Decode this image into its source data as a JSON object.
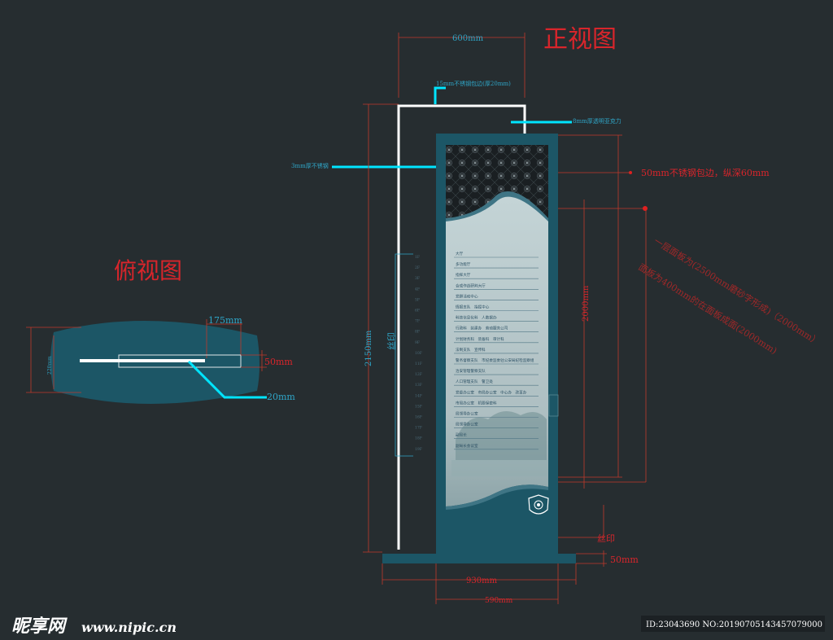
{
  "titles": {
    "front_view": "正视图",
    "top_view": "俯视图"
  },
  "front": {
    "width_top": "600mm",
    "callout_steel_edge": "15mm不锈钢包边(厚20mm)",
    "callout_acrylic": "8mm厚透明亚克力",
    "callout_steel_3mm": "3mm厚不锈钢",
    "callout_50mm_edge": "50mm不锈钢包边，纵深60mm",
    "height_total": "2150mm",
    "height_panel": "2000mm",
    "silk_vertical": "丝印",
    "silk_bottom": "丝印",
    "base_height": "50mm",
    "base_width": "930mm",
    "panel_width": "590mm",
    "diagonal_line1": "一层面板为(2500mm磨砂字形成)（2000mm）",
    "diagonal_line2": "面板为400mm的在面板成面(2000mm)"
  },
  "directory": [
    "大厅",
    "多功能厅",
    "指挥大厅",
    "合成作战研判大厅",
    "党群活动中心",
    "情报支队　指挥中心",
    "科技信息化科　人数据办",
    "行政科　装建办　劳动服务公司",
    "计划财务科　装备科　审计科",
    "法制支队　宣传科",
    "警务督察支队　市纪委监委驻公安局纪检监察组",
    "治安管理警察支队",
    "人口管理支队　警卫处",
    "党委办公室　市局办公室　中心办　改革办",
    "市局办公室　机要保密科",
    "局领导办公室",
    "局领导办公室",
    "副局长",
    "副局长会议室"
  ],
  "floors": [
    "1F",
    "2F",
    "3F",
    "4F",
    "5F",
    "6F",
    "7F",
    "8F",
    "9F",
    "10F",
    "11F",
    "12F",
    "13F",
    "14F",
    "15F",
    "16F",
    "17F",
    "18F",
    "19F"
  ],
  "top": {
    "dim_175": "175mm",
    "dim_50": "50mm",
    "dim_20": "20mm",
    "dim_side": "220mm"
  },
  "watermark": {
    "logo": "昵享网",
    "url": "www.nipic.cn",
    "id": "ID:23043690 NO:20190705143457079000"
  },
  "colors": {
    "background": "#262d30",
    "panel": "#1c5666",
    "accent_cyan": "#00e5ff",
    "dimension_red": "#c0392b"
  }
}
